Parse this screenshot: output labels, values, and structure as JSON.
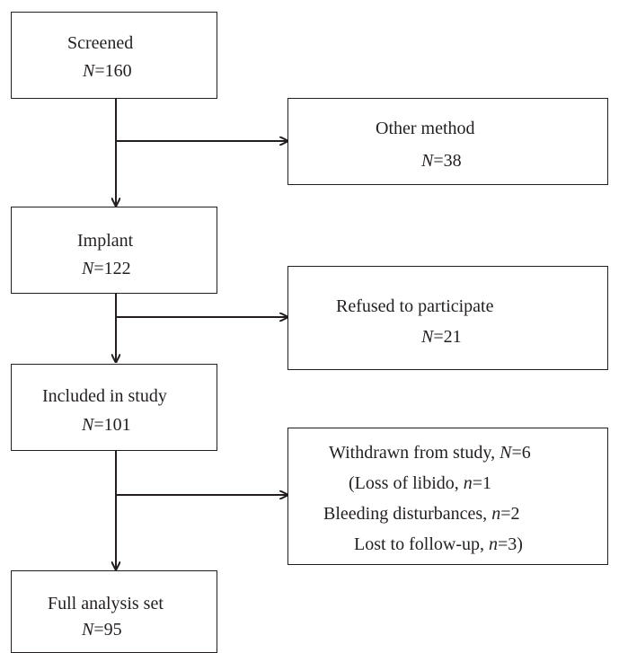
{
  "boxes": {
    "screened": {
      "label": "Screened",
      "n_label": "N",
      "n_value": "=160"
    },
    "other_method": {
      "label": "Other method",
      "n_label": "N",
      "n_value": "=38"
    },
    "implant": {
      "label": "Implant",
      "n_label": "N",
      "n_value": "=122"
    },
    "refused": {
      "label": "Refused to participate",
      "n_label": "N",
      "n_value": "=21"
    },
    "included": {
      "label": "Included in study",
      "n_label": "N",
      "n_value": "=101"
    },
    "withdrawn": {
      "line1_text": "Withdrawn from study, ",
      "line1_n": "N",
      "line1_value": "=6",
      "line2_text": "(Loss of libido, ",
      "line2_n": "n",
      "line2_value": "=1",
      "line3_text": "Bleeding disturbances, ",
      "line3_n": "n",
      "line3_value": "=2",
      "line4_text": "Lost to follow-up, ",
      "line4_n": "n",
      "line4_value": "=3)"
    },
    "full_analysis": {
      "label": "Full analysis set",
      "n_label": "N",
      "n_value": "=95"
    }
  }
}
